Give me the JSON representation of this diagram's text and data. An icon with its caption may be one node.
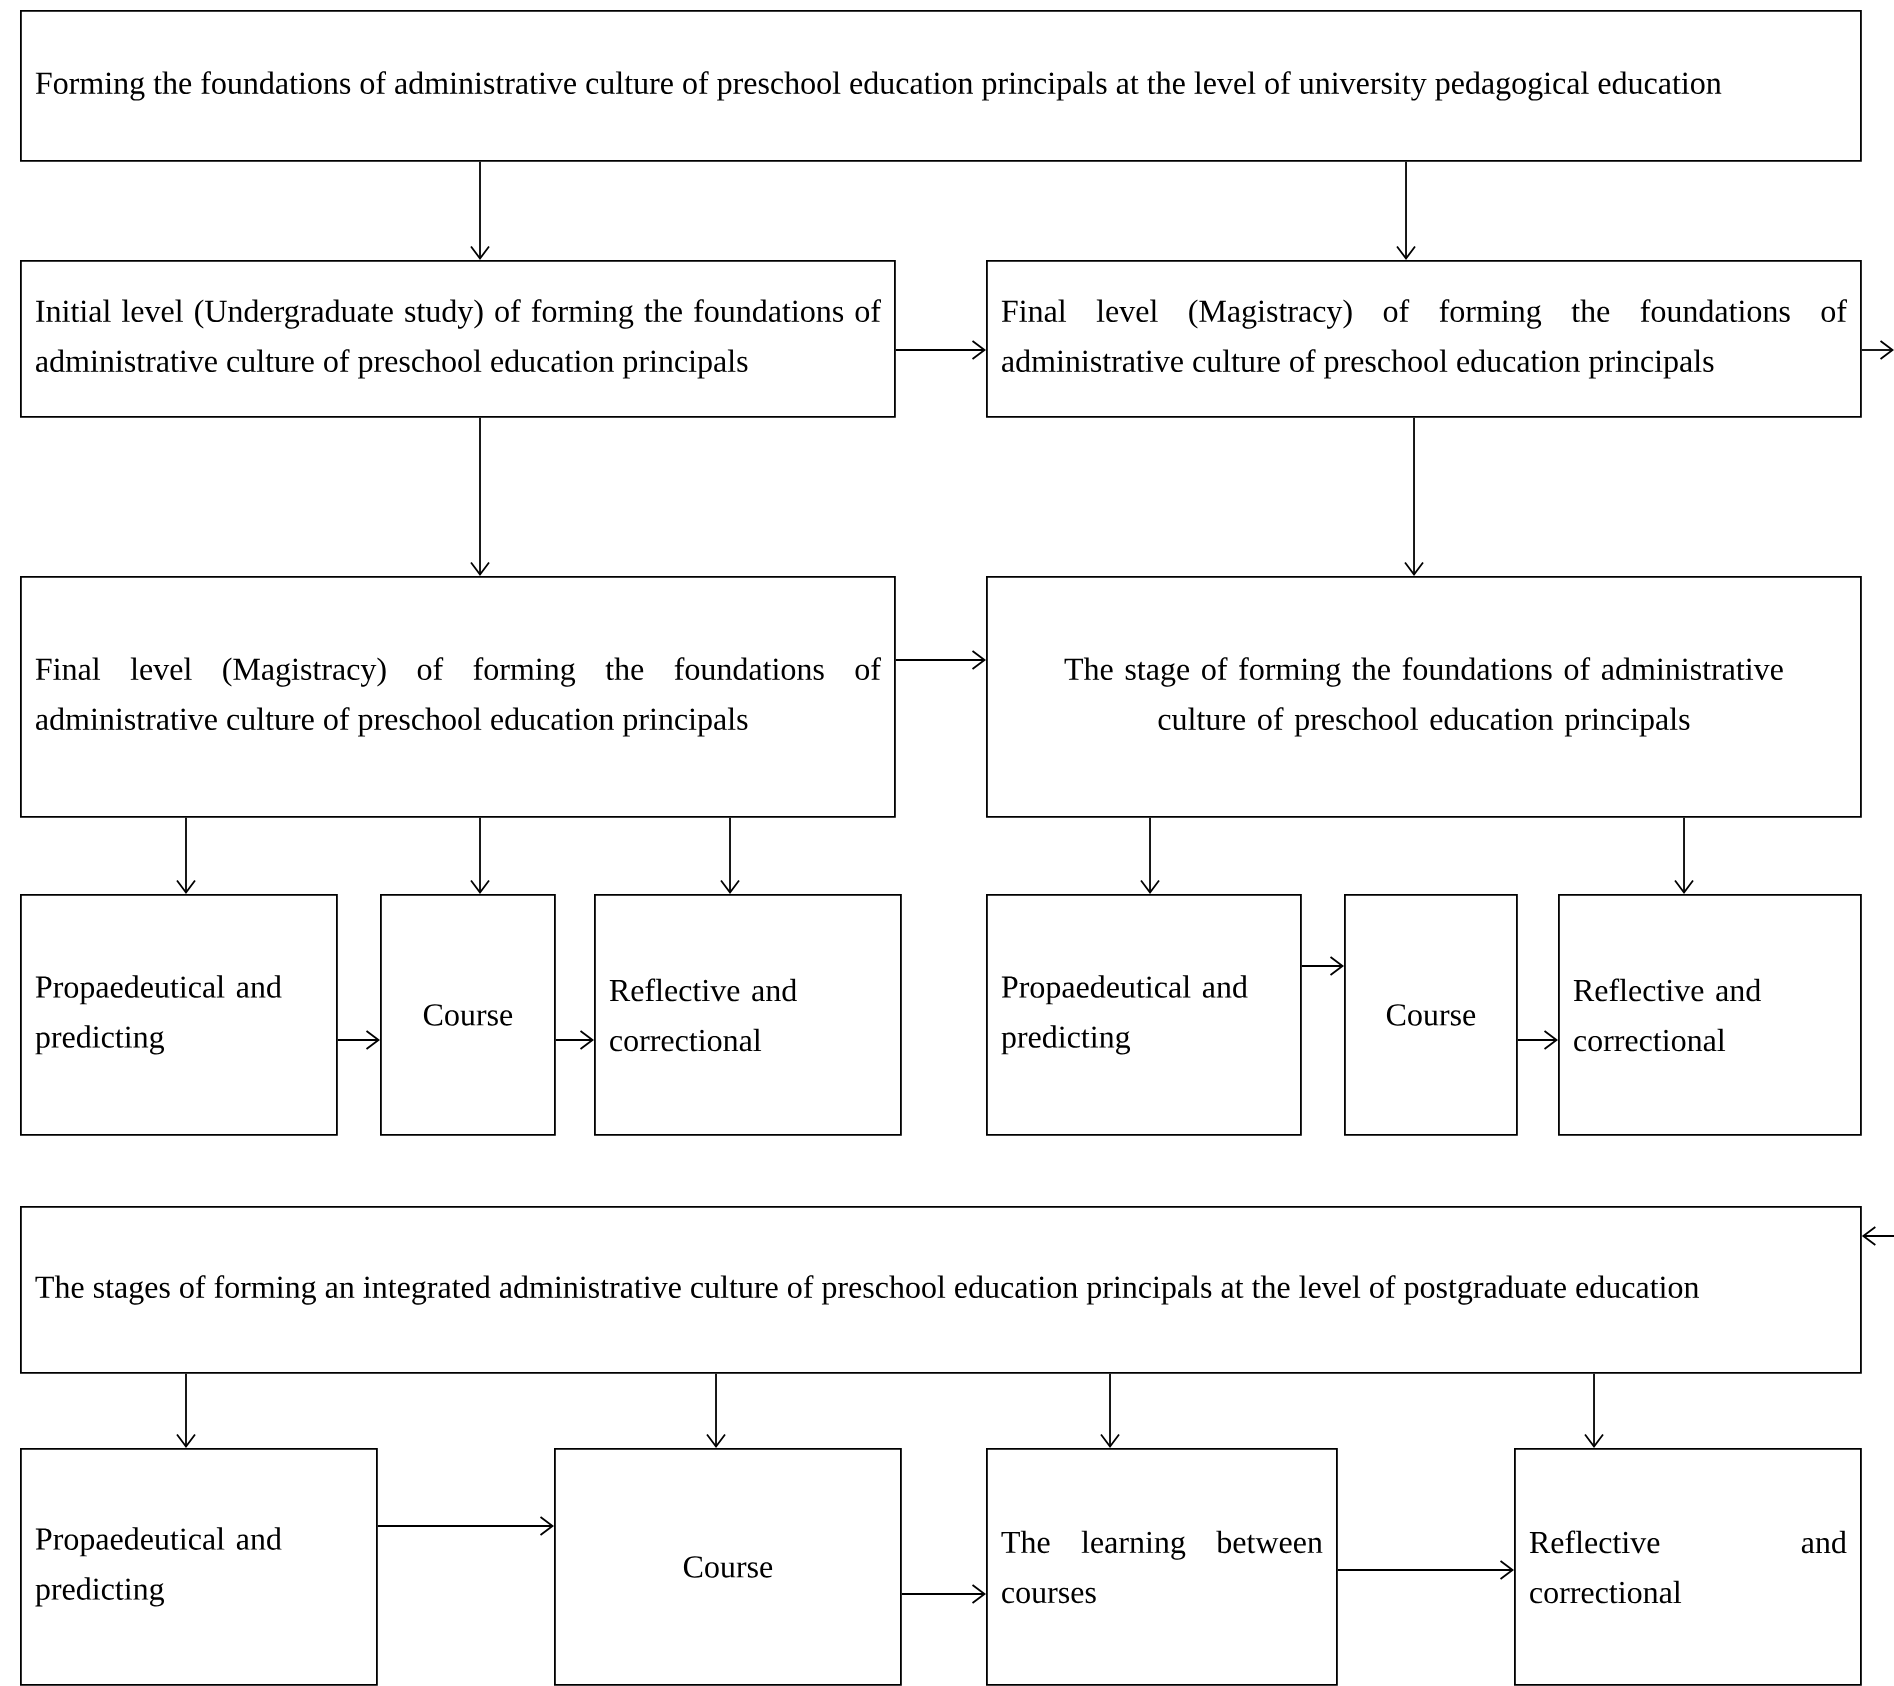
{
  "diagram": {
    "nodes": [
      {
        "text": [
          "Forming the foundations of administrative culture of preschool education principals at the level of university pedagogical education"
        ]
      },
      {
        "text": [
          "Initial level (Undergraduate study) of forming the foundations of administrative culture of preschool education principals"
        ]
      },
      {
        "text": [
          "Final level (Magistracy) of forming the foundations of administrative culture of preschool education principals"
        ]
      },
      {
        "text": [
          "Final level (Magistracy) of forming the foundations of administrative culture of preschool education principals"
        ]
      },
      {
        "text": [
          "The stage of forming the foundations of administrative culture of preschool education principals"
        ]
      },
      {
        "text": [
          "Propaedeutical and predicting"
        ]
      },
      {
        "text": [
          "Course"
        ]
      },
      {
        "text": [
          "Reflective and correctional"
        ]
      },
      {
        "text": [
          "Propaedeutical and predicting"
        ]
      },
      {
        "text": [
          "Course"
        ]
      },
      {
        "text": [
          "Reflective and correctional"
        ]
      },
      {
        "text": [
          "The stages of forming an integrated administrative culture of preschool education principals at the level of postgraduate education"
        ]
      },
      {
        "text": [
          "Propaedeutical and predicting"
        ]
      },
      {
        "text": [
          "Course"
        ]
      },
      {
        "text": [
          "The learning between courses"
        ]
      },
      {
        "text": [
          "Reflective and correctional"
        ]
      }
    ],
    "edges": [
      {
        "from": 0,
        "to": 1,
        "arrow": "to"
      },
      {
        "from": 0,
        "to": 2,
        "arrow": "to"
      },
      {
        "from": 1,
        "to": 2,
        "arrow": "to"
      },
      {
        "from": 1,
        "to": 3,
        "arrow": "to"
      },
      {
        "from": 2,
        "to": 4,
        "arrow": "to"
      },
      {
        "from": 3,
        "to": 4,
        "arrow": "to"
      },
      {
        "from": 3,
        "to": 5,
        "arrow": "to"
      },
      {
        "from": 3,
        "to": 6,
        "arrow": "to"
      },
      {
        "from": 3,
        "to": 7,
        "arrow": "to"
      },
      {
        "from": 5,
        "to": 6,
        "arrow": "to"
      },
      {
        "from": 6,
        "to": 7,
        "arrow": "to"
      },
      {
        "from": 4,
        "to": 8,
        "arrow": "to"
      },
      {
        "from": 4,
        "to": 10,
        "arrow": "to"
      },
      {
        "from": 8,
        "to": 9,
        "arrow": "to"
      },
      {
        "from": 9,
        "to": 10,
        "arrow": "to"
      },
      {
        "from": 2,
        "to": null,
        "arrow": "to"
      },
      {
        "from": null,
        "to": 11,
        "arrow": "to"
      },
      {
        "from": 11,
        "to": 12,
        "arrow": "to"
      },
      {
        "from": 11,
        "to": 13,
        "arrow": "to"
      },
      {
        "from": 11,
        "to": 14,
        "arrow": "to"
      },
      {
        "from": 11,
        "to": 15,
        "arrow": "to"
      },
      {
        "from": 12,
        "to": 13,
        "arrow": "to"
      },
      {
        "from": 13,
        "to": 14,
        "arrow": "to"
      },
      {
        "from": 14,
        "to": 15,
        "arrow": "to"
      }
    ]
  }
}
